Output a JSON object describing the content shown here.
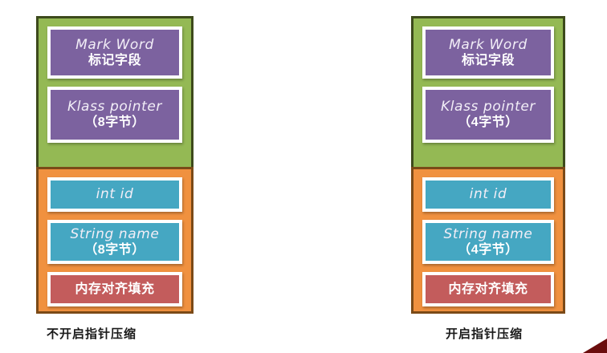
{
  "figure": {
    "title": "Java object memory layout with and without pointer compression",
    "background_color": "#ffffff",
    "palette": {
      "header_fill": "#94b954",
      "header_border": "#3d4a1c",
      "body_fill": "#f0913f",
      "body_border": "#7b4a17",
      "purple_cell": "#7c629f",
      "teal_cell": "#45a7c2",
      "red_cell": "#c35c5c",
      "cell_frame": "#ffffff",
      "caption_text": "#1a1a1a",
      "corner_mark": "#6b0d0d"
    }
  },
  "diagrams": [
    {
      "id": "no-compressed-oops",
      "caption": "不开启指针压缩",
      "header": {
        "name": "object-header",
        "cells": [
          {
            "name": "mark-word",
            "en": "Mark Word",
            "cn": "标记字段",
            "color": "purple"
          },
          {
            "name": "klass-pointer",
            "en": "Klass pointer",
            "cn": "（8字节）",
            "color": "purple"
          }
        ]
      },
      "body": {
        "name": "instance-data",
        "cells": [
          {
            "name": "int-id",
            "en": "int id",
            "cn": "",
            "color": "teal"
          },
          {
            "name": "string-name",
            "en": "String name",
            "cn": "（8字节）",
            "color": "teal"
          },
          {
            "name": "padding",
            "en": "",
            "cn": "内存对齐填充",
            "color": "red"
          }
        ]
      }
    },
    {
      "id": "compressed-oops",
      "caption": "开启指针压缩",
      "header": {
        "name": "object-header",
        "cells": [
          {
            "name": "mark-word",
            "en": "Mark Word",
            "cn": "标记字段",
            "color": "purple"
          },
          {
            "name": "klass-pointer",
            "en": "Klass pointer",
            "cn": "（4字节）",
            "color": "purple"
          }
        ]
      },
      "body": {
        "name": "instance-data",
        "cells": [
          {
            "name": "int-id",
            "en": "int id",
            "cn": "",
            "color": "teal"
          },
          {
            "name": "string-name",
            "en": "String name",
            "cn": "（4字节）",
            "color": "teal"
          },
          {
            "name": "padding",
            "en": "",
            "cn": "内存对齐填充",
            "color": "red"
          }
        ]
      }
    }
  ]
}
